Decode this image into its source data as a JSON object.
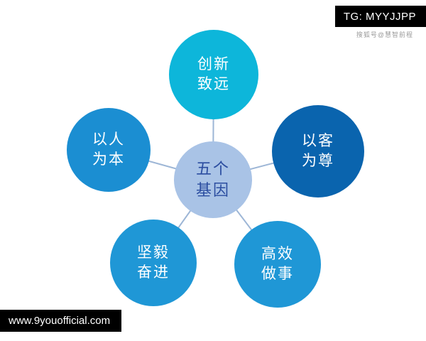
{
  "watermarks": {
    "tg": "TG: MYYJJPP",
    "sohu": "搜狐号@慧智前程",
    "site": "www.9youofficial.com"
  },
  "diagram": {
    "center": {
      "line1": "五个",
      "line2": "基因",
      "bg_color": "#a9c3e6",
      "text_color": "#2b4da0"
    },
    "nodes": [
      {
        "id": "top",
        "line1": "创新",
        "line2": "致远",
        "color": "#0db6da"
      },
      {
        "id": "right",
        "line1": "以客",
        "line2": "为尊",
        "color": "#0a64ae"
      },
      {
        "id": "left",
        "line1": "以人",
        "line2": "为本",
        "color": "#1b8ed2"
      },
      {
        "id": "bottom-left",
        "line1": "坚毅",
        "line2": "奋进",
        "color": "#1f97d6"
      },
      {
        "id": "bottom-right",
        "line1": "高效",
        "line2": "做事",
        "color": "#1f97d6"
      }
    ]
  }
}
